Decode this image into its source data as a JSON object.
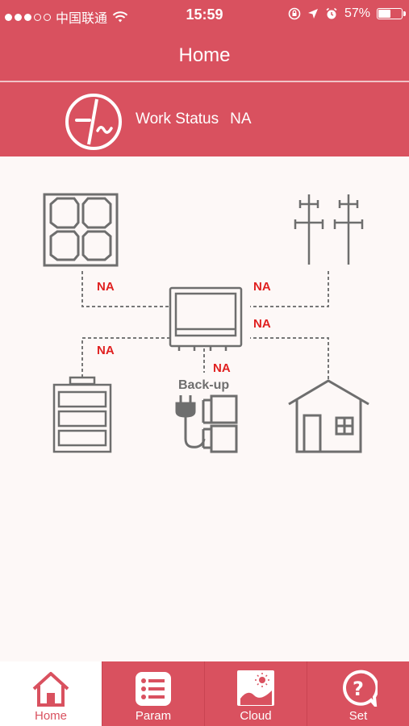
{
  "status_bar": {
    "carrier": "中国联通",
    "time": "15:59",
    "battery": "57%",
    "battery_level": 0.57
  },
  "nav": {
    "title": "Home"
  },
  "work_status": {
    "label": "Work Status",
    "value": "NA"
  },
  "diagram": {
    "pv_value": "NA",
    "grid_value": "NA",
    "load_value": "NA",
    "battery_value": "NA",
    "backup_value": "NA",
    "backup_label": "Back-up"
  },
  "tabs": [
    {
      "label": "Home"
    },
    {
      "label": "Param"
    },
    {
      "label": "Cloud"
    },
    {
      "label": "Set"
    }
  ],
  "colors": {
    "accent": "#d9515f",
    "value_red": "#e02020",
    "icon_gray": "#6e6e6e"
  }
}
